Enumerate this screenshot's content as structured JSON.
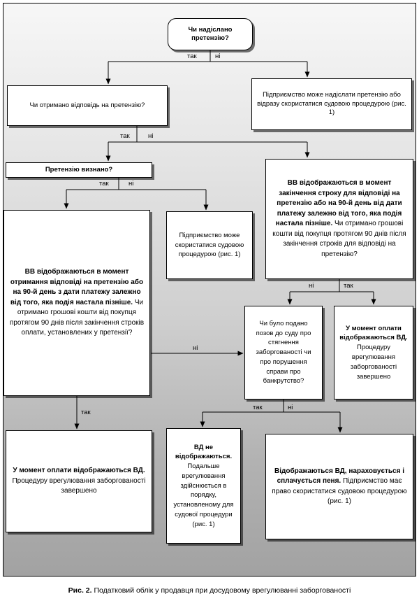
{
  "labels": {
    "yes": "так",
    "no": "ні"
  },
  "nodes": {
    "start": {
      "text": "Чи надіслано претензію?"
    },
    "response_received": {
      "text": "Чи отримано відповідь на претензію?"
    },
    "send_claim_or_court": {
      "text": "Підприємство може надіслати претензію або відразу скористатися судовою процедурою (рис. 1)"
    },
    "claim_recognized": {
      "text": "Претензію визнано?"
    },
    "vv_on_response": {
      "bold": "ВВ відображаються в момент отримання відповіді на претензію або на 90-й день з дати платежу залежно від того, яка подія настала пізніше.",
      "rest": "Чи отримано грошові кошти від покупця протягом 90 днів після закінчення строків оплати, установлених у претензії?"
    },
    "court_procedure": {
      "text": "Підприємство може скористатися судовою процедурою (рис. 1)"
    },
    "vv_on_deadline": {
      "bold": "ВВ відображаються в момент закінчення строку для відповіді на претензію або на 90-й день від дати платежу залежно від того, яка подія настала пізніше.",
      "rest": "Чи отримано грошові кошти від покупця протягом 90 днів після закінчення строків для відповіді на претензію?"
    },
    "lawsuit_filed": {
      "text": "Чи було подано позов до суду про стягнення заборгованості чи про порушення справи про банкрутство?"
    },
    "payment_vd": {
      "bold": "У момент оплати відображаються ВД.",
      "rest": "Процедуру врегулювання заборгованості завершено"
    },
    "vd_not_reflected": {
      "bold": "ВД не відображаються.",
      "rest": "Подальше врегулювання здійснюється в порядку, установленому для судової процедури (рис. 1)"
    },
    "vd_with_penalty": {
      "bold": "Відображаються ВД, нараховується і сплачується пеня.",
      "rest": "Підприємство має право скористатися судовою процедурою (рис. 1)"
    }
  },
  "caption": {
    "label": "Рис. 2.",
    "text": "Податковий облік у продавця при досудовому врегулюванні заборгованості"
  }
}
